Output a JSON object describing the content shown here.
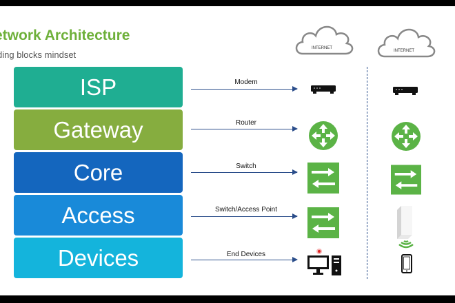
{
  "header": {
    "title": "etwork Architecture",
    "subtitle": "ding blocks mindset"
  },
  "colors": {
    "isp": "#1fae92",
    "gateway": "#86ad3f",
    "core": "#1466be",
    "access": "#198ad9",
    "devices": "#14b4dc",
    "title_green": "#6eb03a",
    "device_green": "#5bb346",
    "arrow_blue": "#2a4d8a"
  },
  "layers": [
    {
      "label": "ISP",
      "device": "Modem"
    },
    {
      "label": "Gateway",
      "device": "Router"
    },
    {
      "label": "Core",
      "device": "Switch"
    },
    {
      "label": "Access",
      "device": "Switch/Access Point"
    },
    {
      "label": "Devices",
      "device": "End Devices"
    }
  ],
  "clouds": [
    {
      "label": "INTERNET"
    },
    {
      "label": "INTERNET"
    }
  ],
  "icons": {
    "col1": [
      "modem-icon",
      "router-icon",
      "switch-icon",
      "switch-icon",
      "computer-icon"
    ],
    "col2": [
      "modem-icon",
      "router-icon",
      "switch-icon",
      "access-point-icon",
      "mobile-phone-icon"
    ]
  }
}
